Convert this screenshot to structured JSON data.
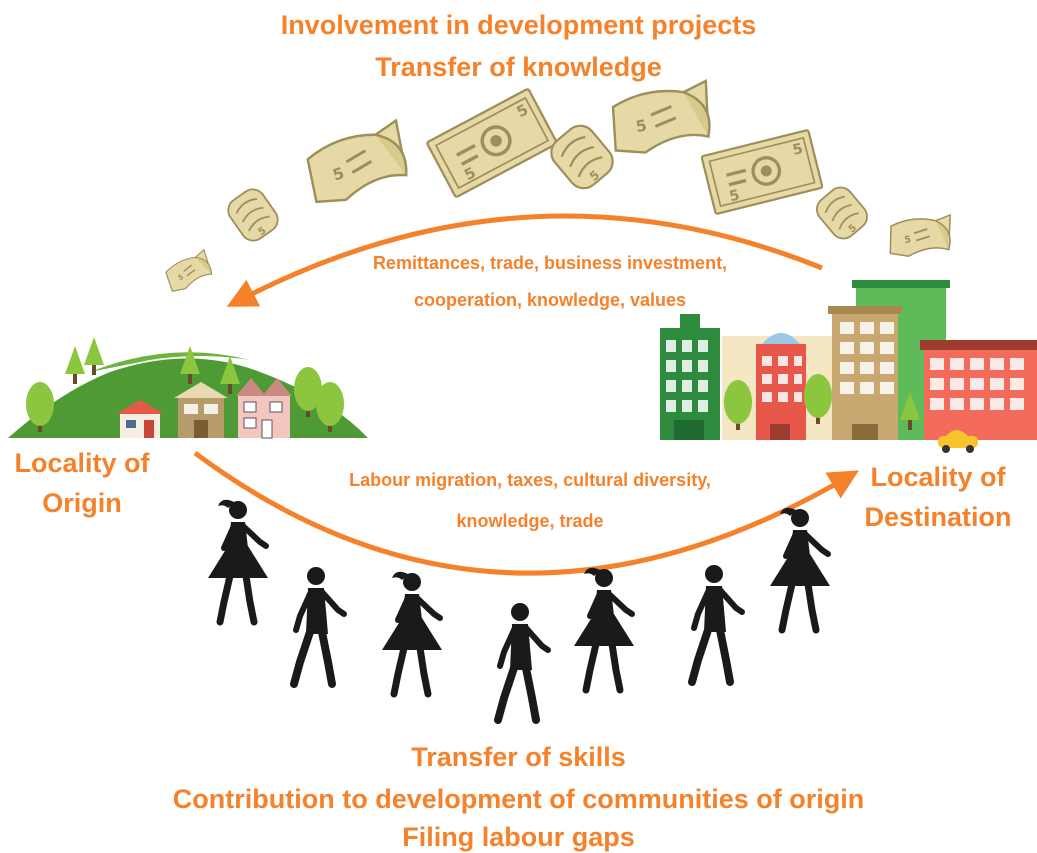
{
  "top_text": {
    "line1": "Involvement in development projects",
    "line2": "Transfer of knowledge"
  },
  "upper_arrow_label": {
    "line1": "Remittances, trade, business investment,",
    "line2": "cooperation, knowledge, values"
  },
  "lower_arrow_label": {
    "line1": "Labour migration, taxes, cultural diversity,",
    "line2": "knowledge, trade"
  },
  "origin_label": {
    "line1": "Locality of",
    "line2": "Origin"
  },
  "destination_label": {
    "line1": "Locality of",
    "line2": "Destination"
  },
  "bottom_text": {
    "line1": "Transfer of skills",
    "line2": "Contribution to development of communities of origin",
    "line3": "Filing labour gaps"
  },
  "banknote_denomination": "5",
  "colors": {
    "accent_orange": "#F5822A",
    "banknote": "#E6D9A6",
    "banknote_ink": "#9C8F5C",
    "hill_green": "#4E9A35",
    "figure_black": "#1a1a1a"
  }
}
